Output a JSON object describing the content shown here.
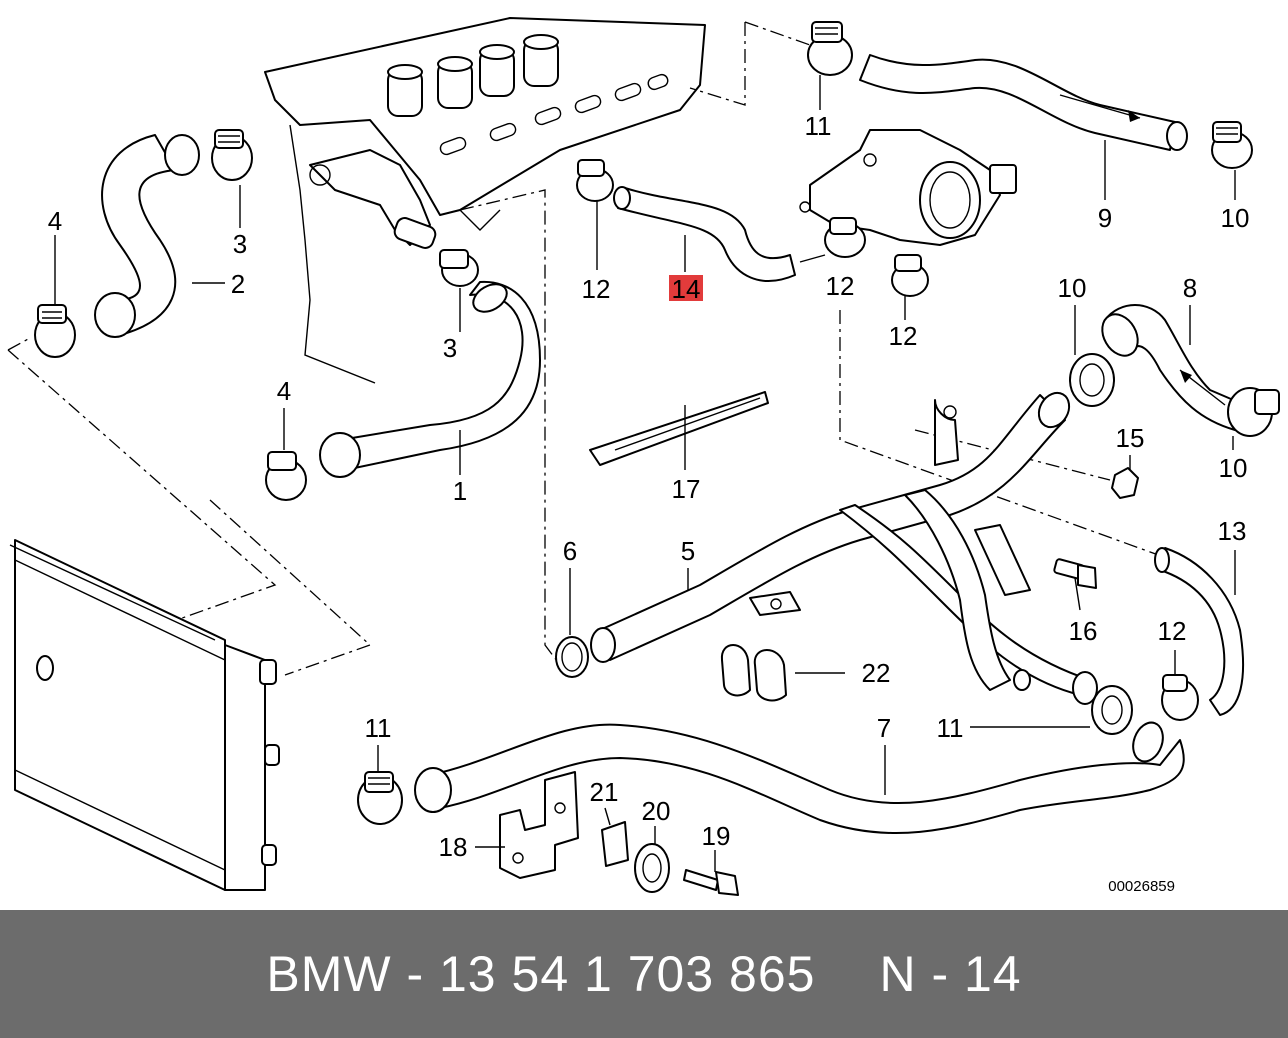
{
  "diagram": {
    "callouts": {
      "c1": "1",
      "c2": "2",
      "c3a": "3",
      "c3b": "3",
      "c4a": "4",
      "c4b": "4",
      "c5": "5",
      "c6": "6",
      "c7": "7",
      "c8": "8",
      "c9": "9",
      "c10a": "10",
      "c10b": "10",
      "c10c": "10",
      "c11a": "11",
      "c11b": "11",
      "c11c": "11",
      "c12a": "12",
      "c12b": "12",
      "c12c": "12",
      "c12d": "12",
      "c13": "13",
      "c14": "14",
      "c15": "15",
      "c16": "16",
      "c17": "17",
      "c18": "18",
      "c19": "19",
      "c20": "20",
      "c21": "21",
      "c22": "22"
    },
    "highlight_color": "#e23b3b",
    "reference_number": "00026859"
  },
  "footer": {
    "part_text": "BMW - 13 54 1 703 865",
    "position_text": "N - 14",
    "background": "#6c6c6c"
  }
}
